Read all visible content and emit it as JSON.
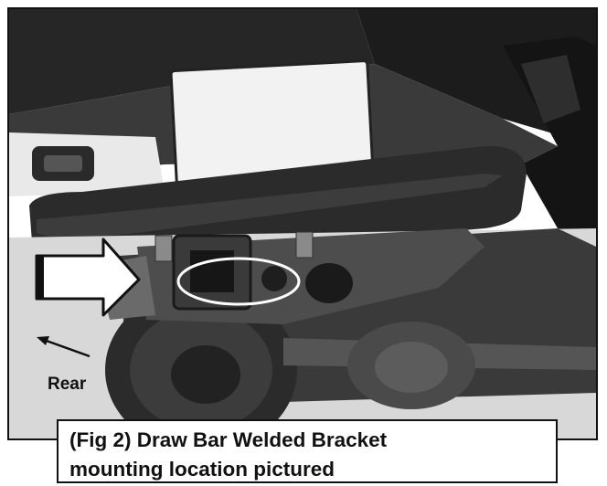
{
  "figure": {
    "caption_line1": "(Fig 2) Draw Bar Welded Bracket",
    "caption_line2": "mounting location pictured",
    "rear_label": "Rear",
    "icons": [
      "arrow-right-icon",
      "arrow-up-left-icon"
    ]
  }
}
